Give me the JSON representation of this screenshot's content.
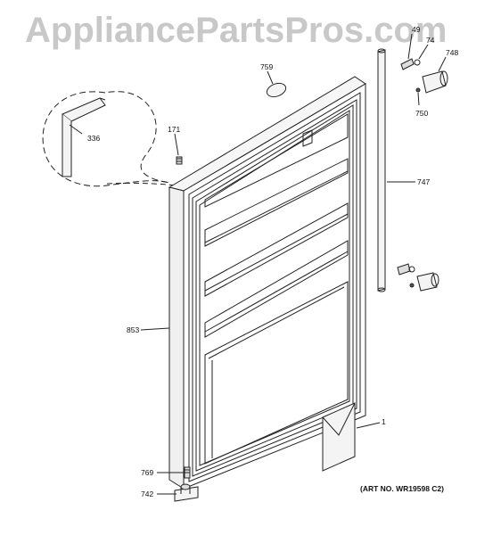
{
  "watermark": "AppliancePartsPros.com",
  "art_number": "(ART NO. WR19598 C2)",
  "callouts": {
    "c49": "49",
    "c74": "74",
    "c748": "748",
    "c750": "750",
    "c759": "759",
    "c336": "336",
    "c171": "171",
    "c747": "747",
    "c853": "853",
    "c1": "1",
    "c769": "769",
    "c742": "742"
  }
}
